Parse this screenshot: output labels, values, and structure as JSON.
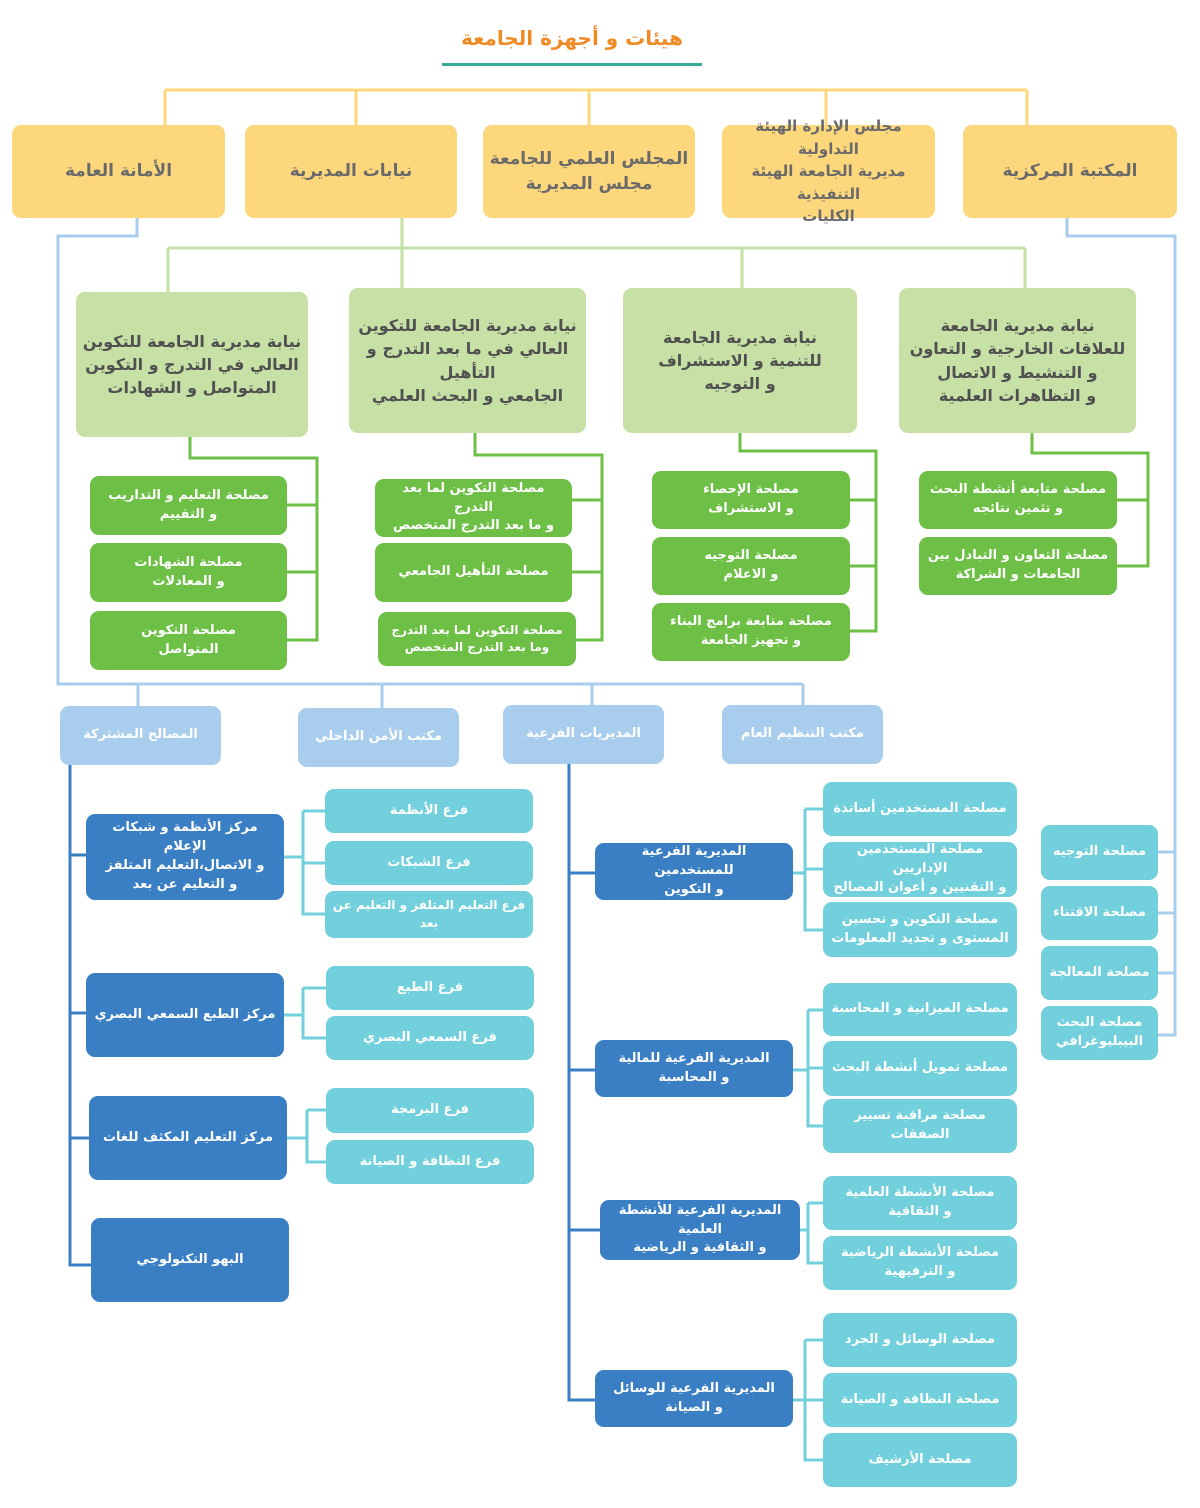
{
  "title": "هيئات و أجهزة الجامعة",
  "top": [
    "الأمانة العامة",
    "نيابات المديرية",
    "المجلس العلمي للجامعة\nمجلس المديرية",
    "مجلس الإدارة   الهيئة التداولية\nمديرية الجامعة الهيئة التنفيذية\nالكليات",
    "المكتبة المركزية"
  ],
  "vice": [
    "نيابة مديرية الجامعة للتكوين\nالعالي في التدرج و التكوين\nالمتواصل و الشهادات",
    "نيابة مديرية الجامعة للتكوين\nالعالي في ما بعد التدرج و التأهيل\nالجامعي و البحث العلمي",
    "نيابة مديرية الجامعة\nللتنمية و الاستشراف\nو التوجيه",
    "نيابة مديرية الجامعة\nللعلاقات الخارجية و التعاون\nو التنشيط و الاتصال\nو التظاهرات العلمية"
  ],
  "vice_services": [
    [
      "مصلحة التعليم و التداريب\nو التقييم",
      "مصلحة الشهادات\nو المعادلات",
      "مصلحة التكوين\nالمتواصل"
    ],
    [
      "مصلحة التكوين لما بعد التدرج\nو ما بعد التدرج المتخصص",
      "مصلحة التأهيل الجامعي",
      "مصلحة التكوين لما بعد التدرج\nوما بعد التدرج المتخصص"
    ],
    [
      "مصلحة الإحصاء\nو الاستشراف",
      "مصلحة التوجيه\nو الاعلام",
      "مصلحة متابعة برامج البناء\nو تجهيز الجامعة"
    ],
    [
      "مصلحة متابعة أنشطة البحث\nو تثمين نتائجه",
      "مصلحة التعاون و التبادل بين\nالجامعات و الشراكة"
    ]
  ],
  "offices": [
    "المصالح المشتركة",
    "مكتب الأمن الداخلي",
    "المديريات الفرعية",
    "مكتب التنظيم العام"
  ],
  "library_services": [
    "مصلحة التوجيه",
    "مصلحة الاقتناء",
    "مصلحة المعالجة",
    "مصلحة البحث\nالبيبليوغرافي"
  ],
  "common": [
    {
      "name": "مركز الأنظمة و شبكات الإعلام\nو الاتصال،التعليم المتلفز\nو التعليم عن بعد",
      "branches": [
        "فرع الأنظمة",
        "فرع الشبكات",
        "فرع التعليم المتلفز و التعليم عن بعد"
      ]
    },
    {
      "name": "مركز الطبع السمعي البصري",
      "branches": [
        "فرع الطبع",
        "فرع السمعي البصري"
      ]
    },
    {
      "name": "مركز التعليم المكثف للغات",
      "branches": [
        "فرع البرمجة",
        "فرع النظافة و الصيانة"
      ]
    },
    {
      "name": "البهو التكنولوجي",
      "branches": []
    }
  ],
  "subdirs": [
    {
      "name": "المديرية الفرعية للمستخدمين\nو التكوين",
      "services": [
        "مصلحة المستخدمين أساتذة",
        "مصلحة المستخدمين الإداريين\nو التقنيين و أعوان المصالح",
        "مصلحة التكوين و تحسين\nالمستوى و تجديد المعلومات"
      ]
    },
    {
      "name": "المديرية الفرعية للمالية\nو المحاسبة",
      "services": [
        "مصلحة الميزانية و المحاسبة",
        "مصلحة تمويل أنشطة البحث",
        "مصلحة مراقبة تسيير الصفقات"
      ]
    },
    {
      "name": "المديرية الفرعية للأنشطة العلمية\nو الثقافية و الرياضية",
      "services": [
        "مصلحة الأنشطة العلمية\nو الثقافية",
        "مصلحة الأنشطة الرياضية\nو الترفيهية"
      ]
    },
    {
      "name": "المديرية الفرعية للوسائل\nو الصيانة",
      "services": [
        "مصلحة الوسائل و الجرد",
        "مصلحة النظافة و الصيانة",
        "مصلحة الأرشيف"
      ]
    }
  ]
}
